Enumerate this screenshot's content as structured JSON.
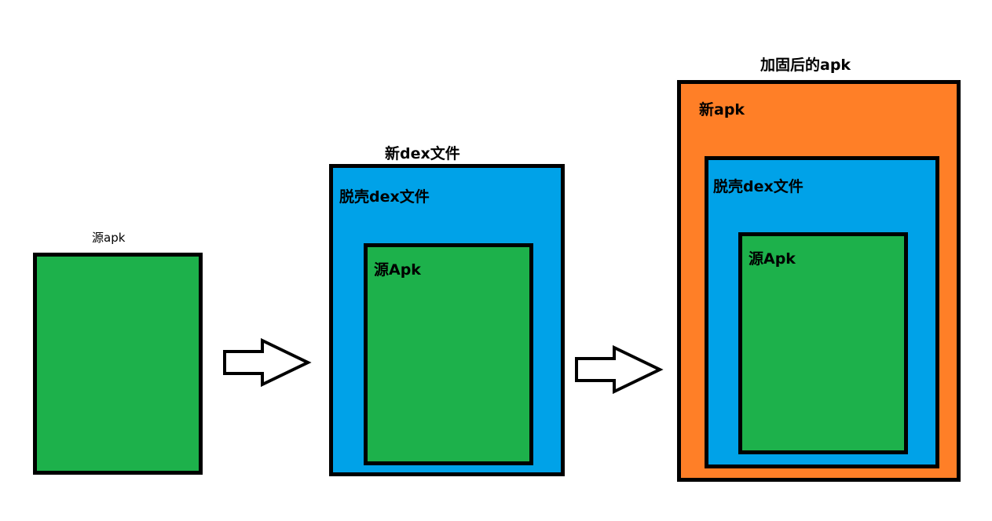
{
  "colors": {
    "green": "#1db14b",
    "blue": "#00a2e8",
    "orange": "#ff7f27",
    "border": "#000000",
    "background": "#ffffff"
  },
  "stage1": {
    "caption": "源apk"
  },
  "stage2": {
    "caption": "新dex文件",
    "outer_label": "脱壳dex文件",
    "inner_label": "源Apk"
  },
  "stage3": {
    "caption": "加固后的apk",
    "outer_label": "新apk",
    "middle_label": "脱壳dex文件",
    "inner_label": "源Apk"
  },
  "arrows": [
    {
      "icon": "right-arrow-icon"
    },
    {
      "icon": "right-arrow-icon"
    }
  ]
}
